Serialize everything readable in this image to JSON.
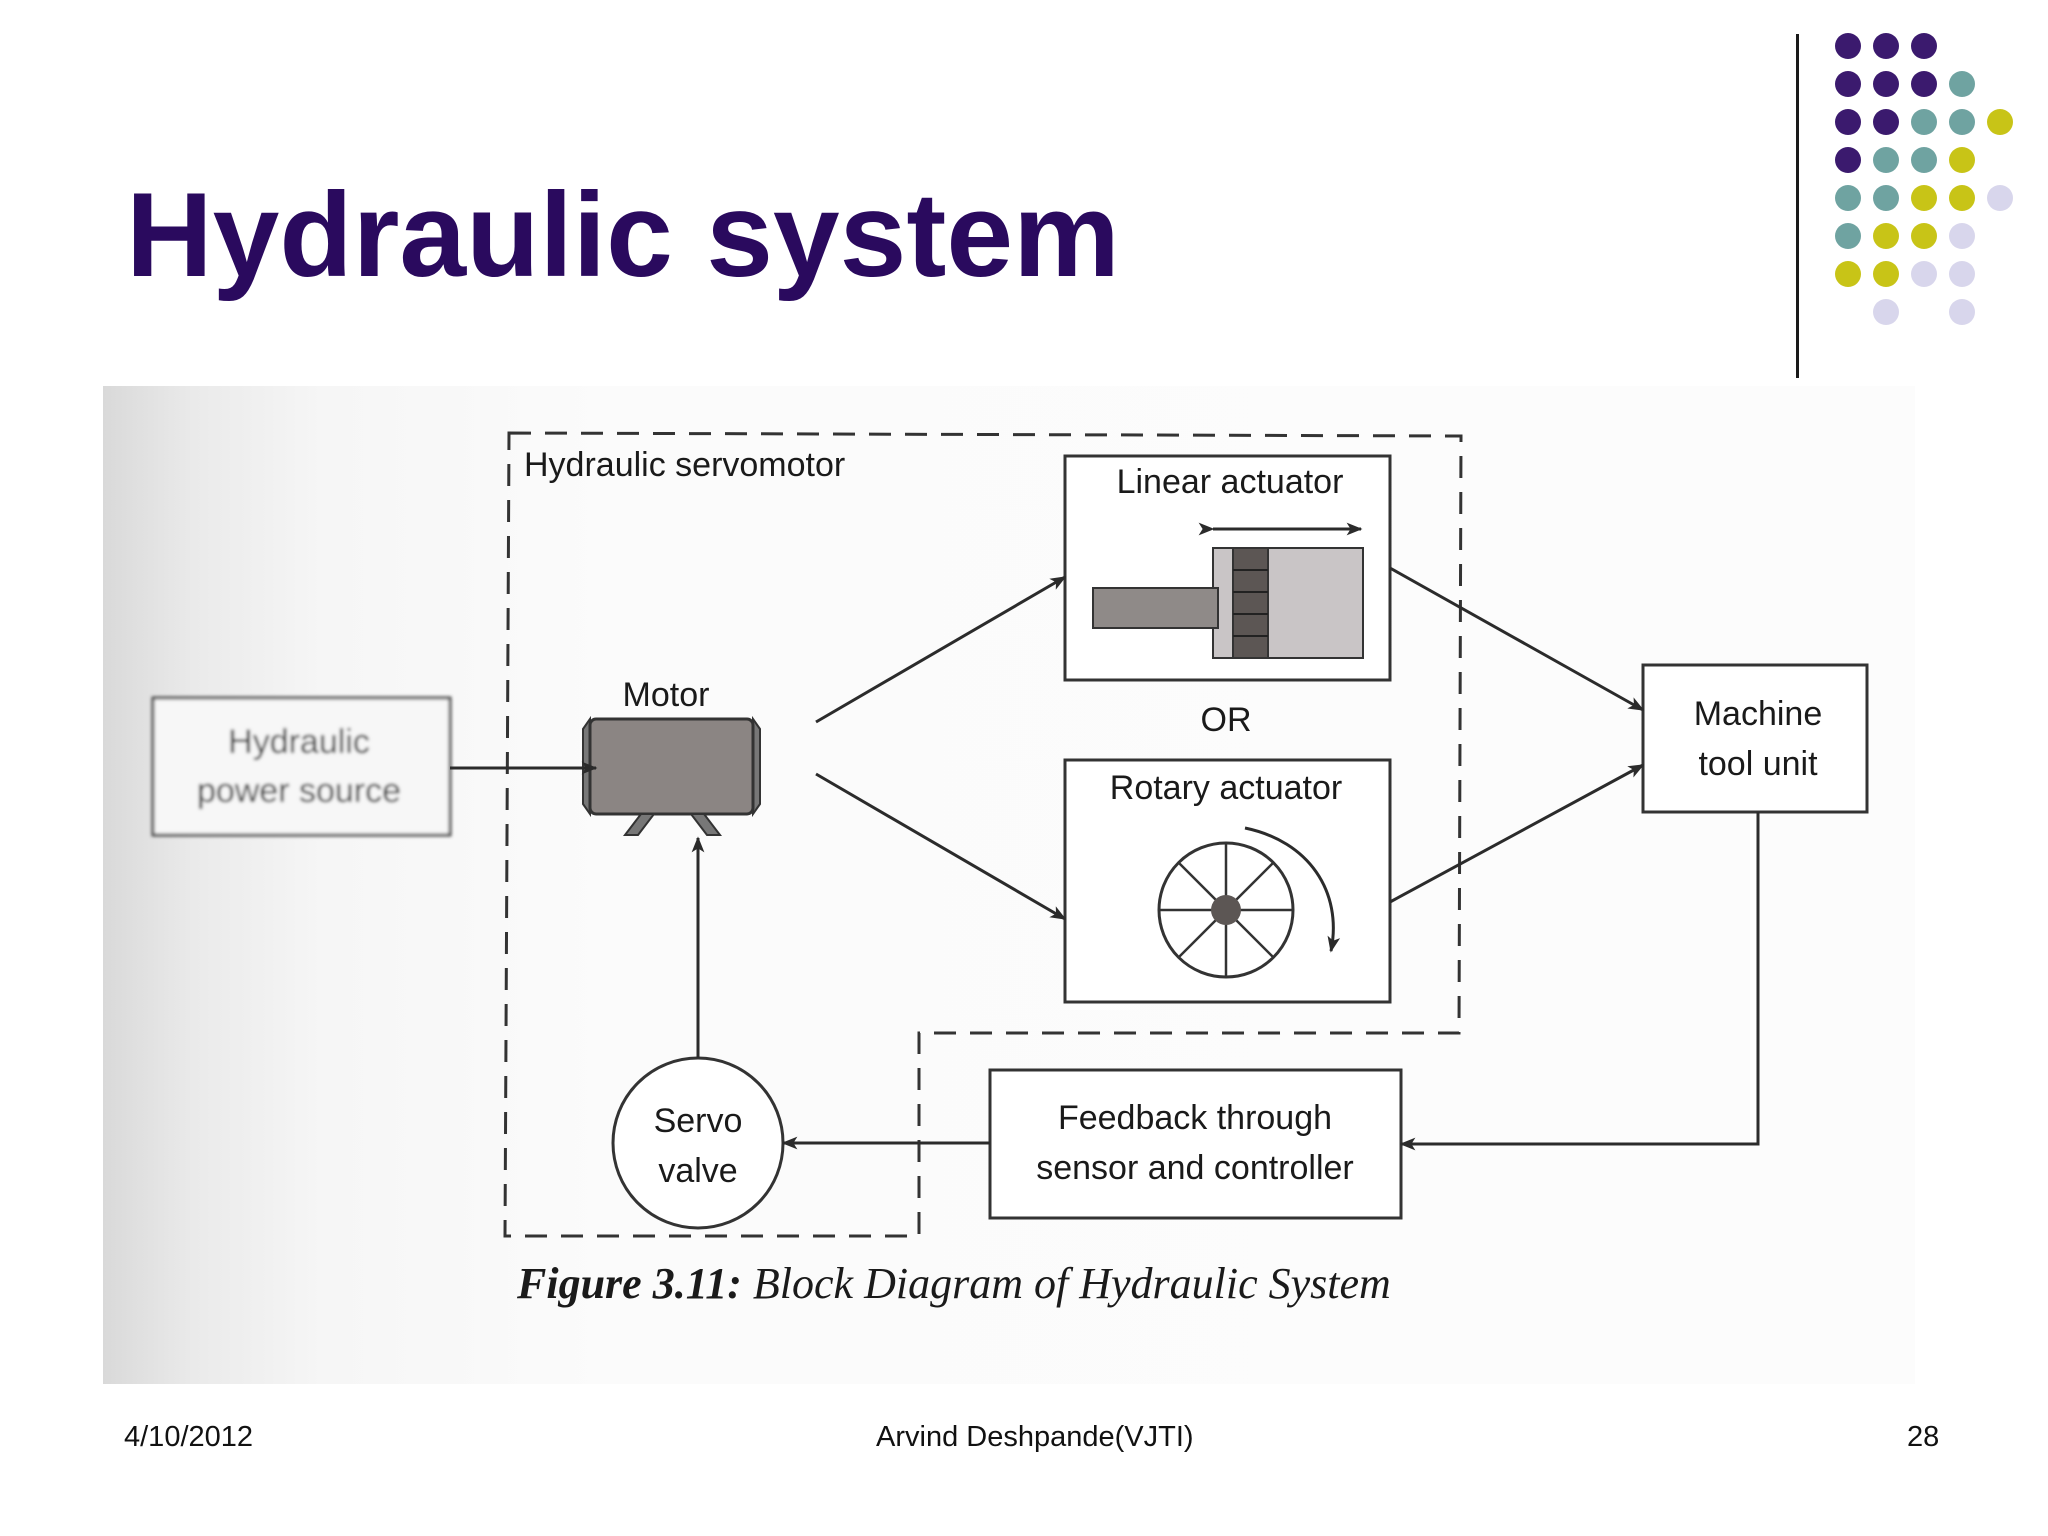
{
  "slide": {
    "title": "Hydraulic system",
    "colors": {
      "title": "#2a0a5e",
      "purple": "#3b1a6e",
      "teal": "#6fa3a1",
      "lime": "#c8c417",
      "lavender": "#d8d6ec"
    },
    "dot_pattern": [
      [
        "purple",
        "purple",
        "purple",
        "",
        ""
      ],
      [
        "purple",
        "purple",
        "purple",
        "teal",
        ""
      ],
      [
        "purple",
        "purple",
        "teal",
        "teal",
        "lime"
      ],
      [
        "purple",
        "teal",
        "teal",
        "lime",
        ""
      ],
      [
        "teal",
        "teal",
        "lime",
        "lime",
        "lavender"
      ],
      [
        "teal",
        "lime",
        "lime",
        "lavender",
        ""
      ],
      [
        "lime",
        "lime",
        "lavender",
        "lavender",
        ""
      ],
      [
        "",
        "lavender",
        "",
        "lavender",
        ""
      ]
    ]
  },
  "diagram": {
    "group_label": "Hydraulic servomotor",
    "power_source": "Hydraulic power source",
    "power_source_lines": [
      "Hydraulic",
      "power source"
    ],
    "motor": "Motor",
    "linear_actuator": "Linear actuator",
    "or_label": "OR",
    "rotary_actuator": "Rotary actuator",
    "machine_tool": "Machine tool unit",
    "machine_tool_lines": [
      "Machine",
      "tool unit"
    ],
    "servo_valve": "Servo valve",
    "servo_valve_lines": [
      "Servo",
      "valve"
    ],
    "feedback": "Feedback through sensor and controller",
    "feedback_lines": [
      "Feedback through",
      "sensor and controller"
    ],
    "caption_prefix": "Figure 3.11:",
    "caption_text": "Block Diagram of Hydraulic System"
  },
  "footer": {
    "date": "4/10/2012",
    "author": "Arvind Deshpande(VJTI)",
    "page": "28"
  }
}
